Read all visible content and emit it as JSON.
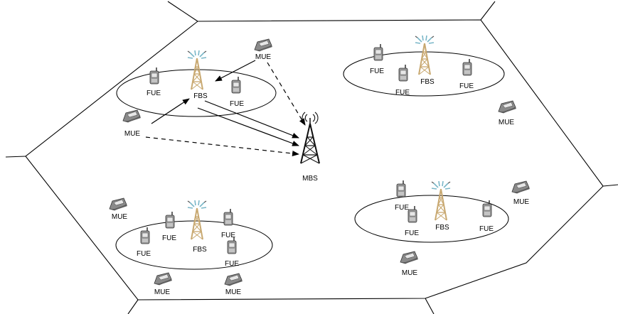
{
  "labels": {
    "macro_bs": "MBS",
    "femto_bs": "FBS",
    "femto_ue": "FUE",
    "macro_ue": "MUE"
  },
  "colors": {
    "lines": "#000000",
    "fbs_tower": "#c8a870",
    "mbs_tower": "#111111",
    "signal": "#7ab7c8",
    "phone_body": "#8a8a8a"
  },
  "cells": [
    {
      "femto_ues": [
        "FUE",
        "FUE"
      ],
      "macro_ues": [
        "MUE",
        "MUE"
      ]
    },
    {
      "femto_ues": [
        "FUE",
        "FUE",
        "FUE"
      ],
      "macro_ues": [
        "MUE"
      ]
    },
    {
      "femto_ues": [
        "FUE",
        "FUE",
        "FUE",
        "FUE"
      ],
      "macro_ues": [
        "MUE",
        "MUE",
        "MUE"
      ]
    },
    {
      "femto_ues": [
        "FUE",
        "FUE",
        "FUE"
      ],
      "macro_ues": [
        "MUE",
        "MUE"
      ]
    }
  ]
}
